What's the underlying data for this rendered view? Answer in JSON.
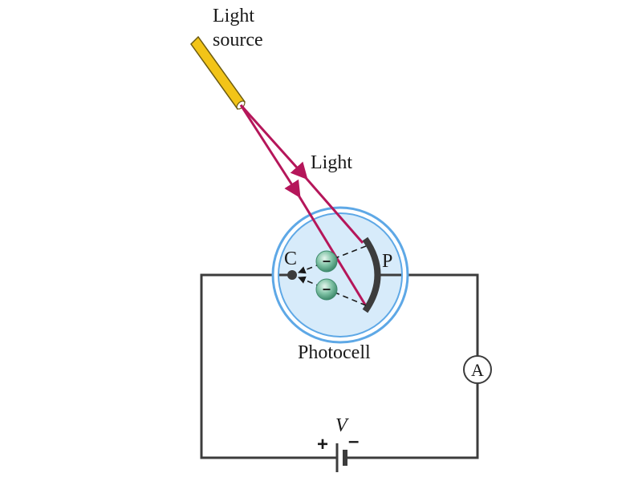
{
  "labels": {
    "source_line1": "Light",
    "source_line2": "source",
    "light": "Light",
    "cathode": "C",
    "anode": "P",
    "photocell": "Photocell",
    "ammeter": "A",
    "voltage": "V",
    "plus": "+",
    "minus": "–",
    "electron_sign": "–"
  },
  "colors": {
    "beam": "#b5165a",
    "wire": "#3c3c3c",
    "tube_outer": "#5ea8e6",
    "tube_fill": "#d7ebfa",
    "source_yellow": "#f2c418",
    "electron": "#7fc2a5"
  }
}
